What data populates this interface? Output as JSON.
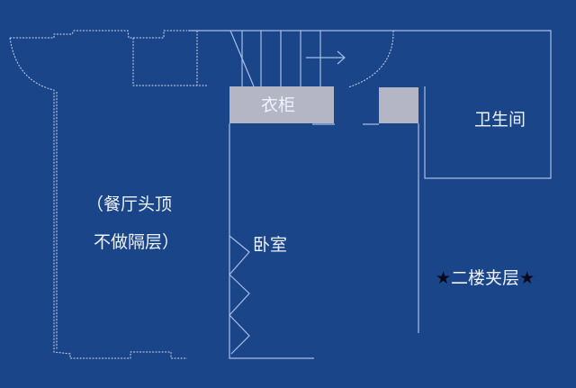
{
  "colors": {
    "background": "#1a4589",
    "line": "#a9bde6",
    "cabinet": "#b4b6c6",
    "text": "#eef2fa"
  },
  "labels": {
    "wardrobe": "衣柜",
    "bathroom": "卫生间",
    "dining_note_line1": "（餐厅头顶",
    "dining_note_line2": "不做隔层）",
    "bedroom": "卧室",
    "mezzanine_star_left": "★",
    "mezzanine": "二楼夹层",
    "mezzanine_star_right": "★"
  }
}
